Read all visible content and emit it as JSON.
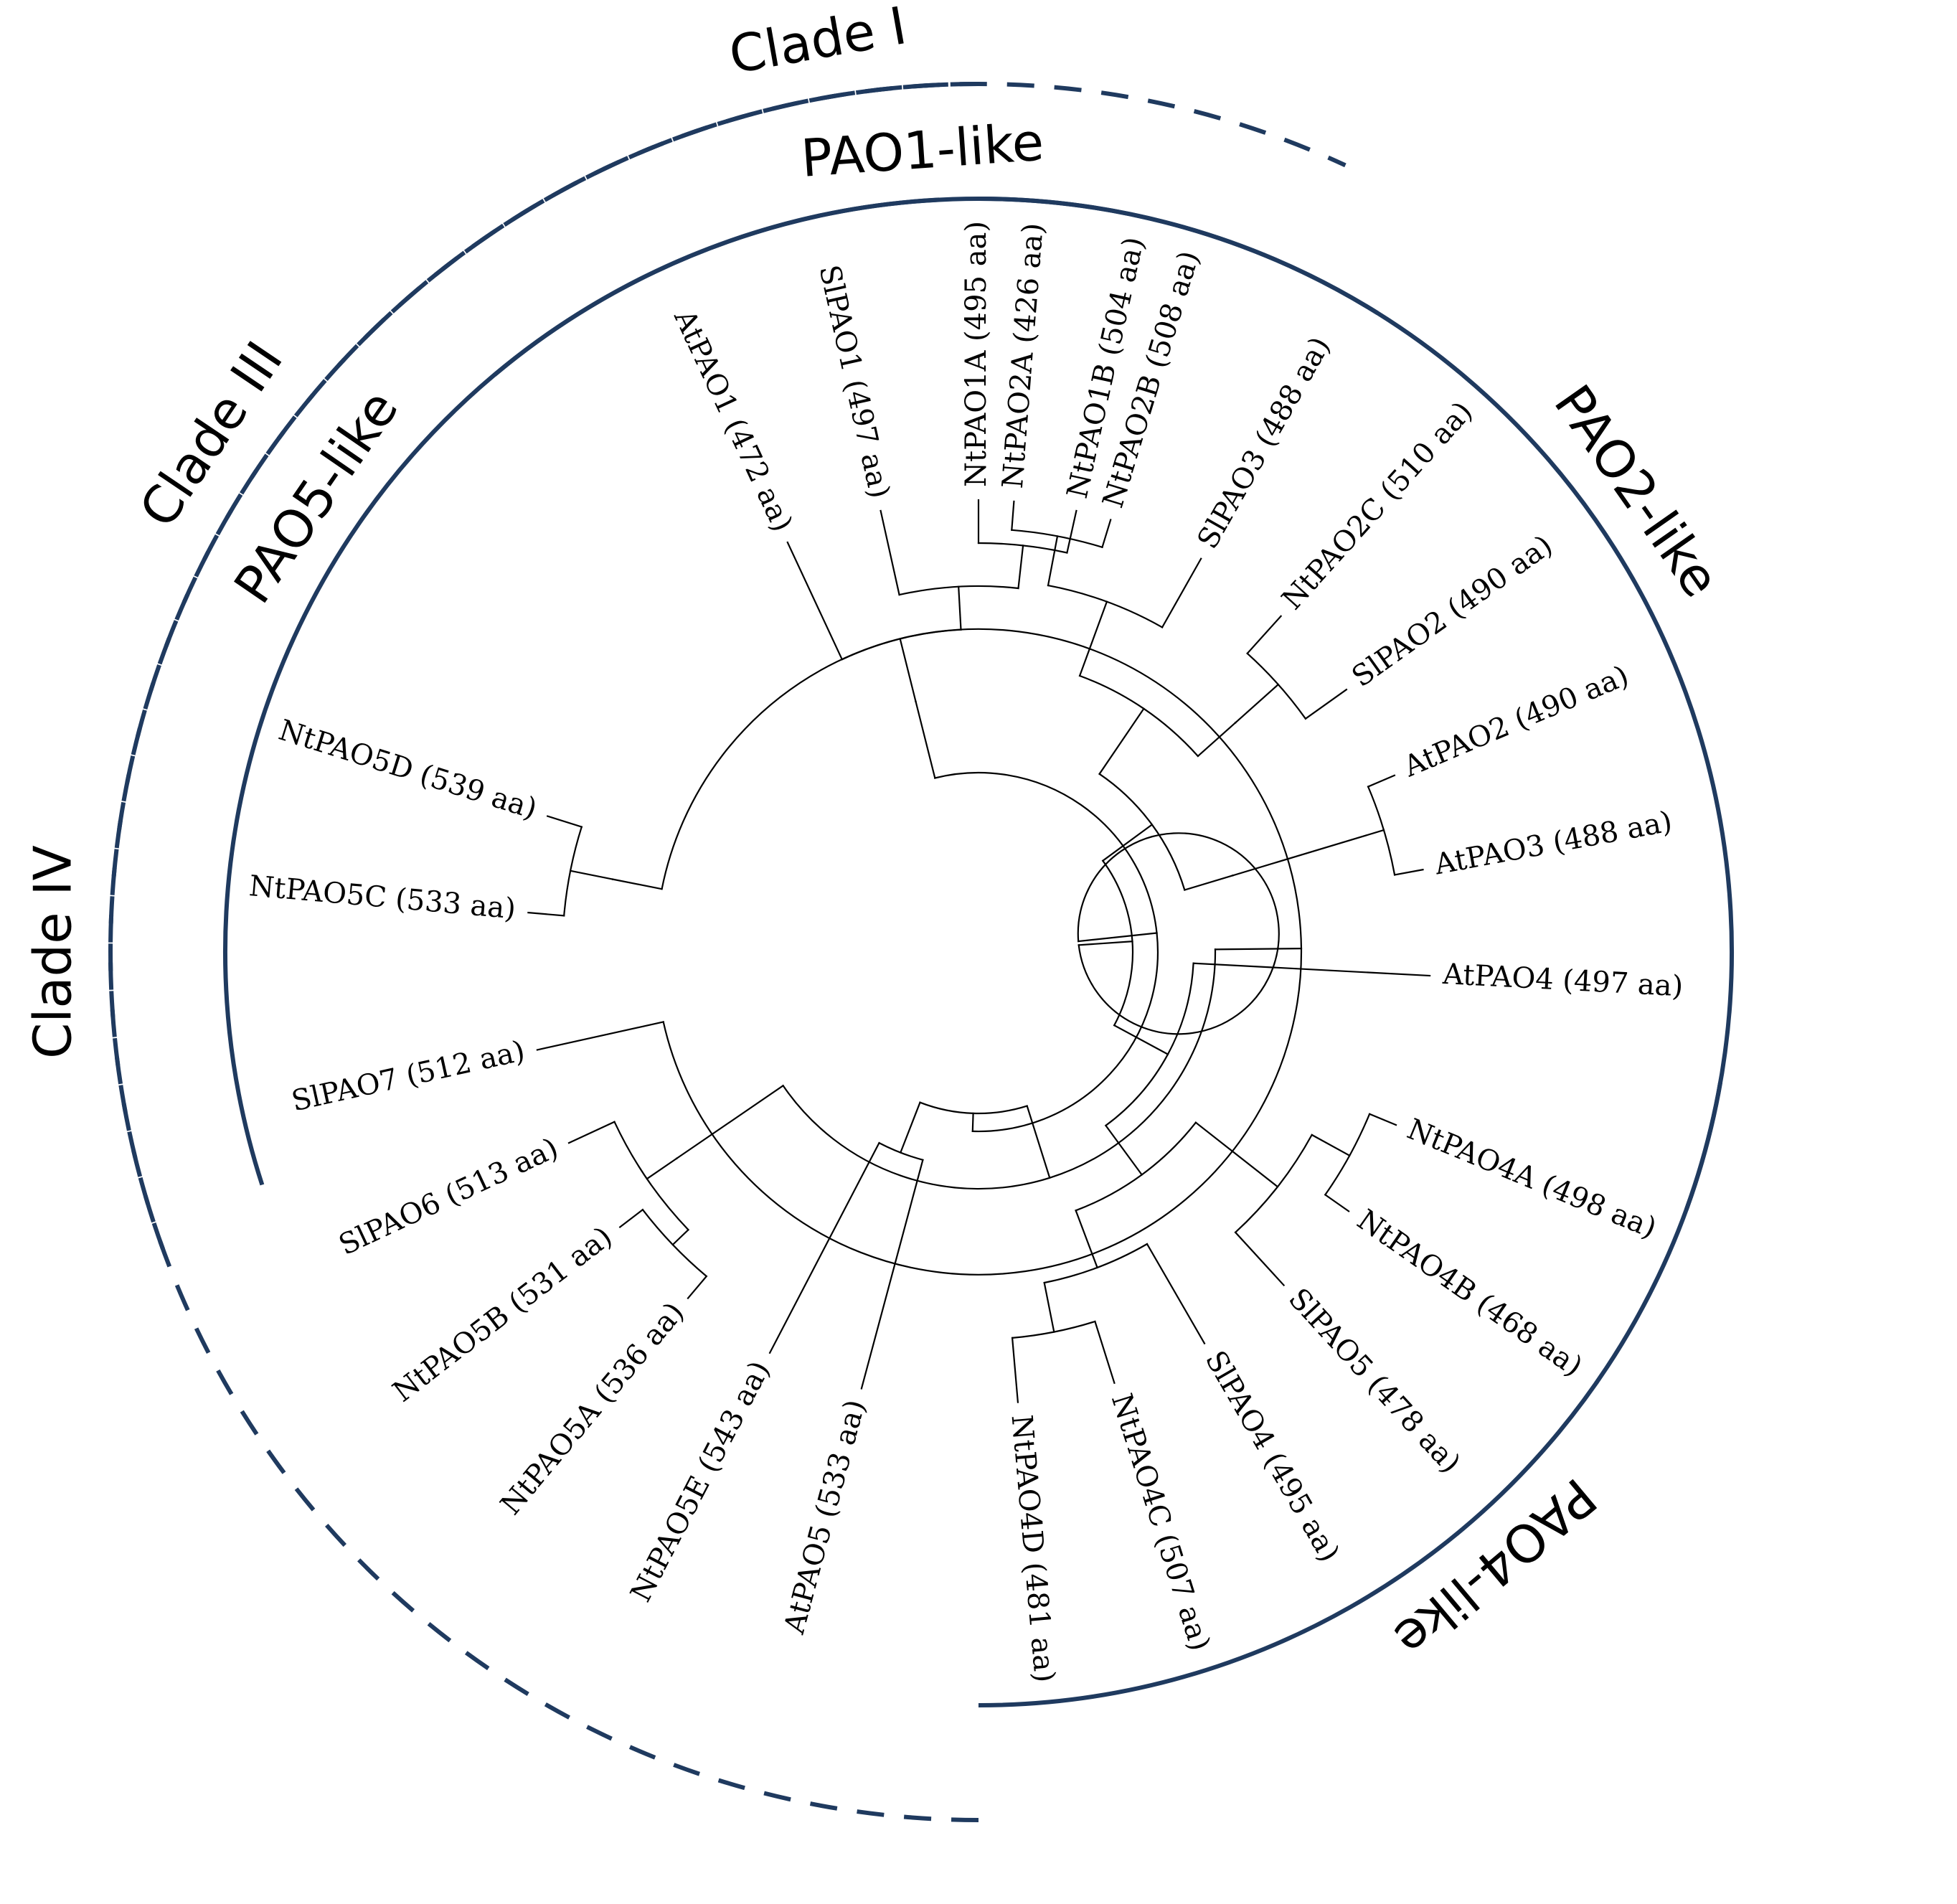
{
  "colors": {
    "arc": "#1f3a5f",
    "branch": "#000000",
    "text": "#000000"
  },
  "leaves": [
    {
      "label": "NtPAO1B (504 aa)",
      "angle": -77.5
    },
    {
      "label": "NtPAO1A (495 aa)",
      "angle": -90
    },
    {
      "label": "SlPAO1 (497 aa)",
      "angle": -102.5
    },
    {
      "label": "AtPAO1 (472 aa)",
      "angle": -115
    },
    {
      "label": "NtPAO5D (539 aa)",
      "angle": -162.5
    },
    {
      "label": "NtPAO5C (533 aa)",
      "angle": -175
    },
    {
      "label": "SlPAO7 (512 aa)",
      "angle": 167.5
    },
    {
      "label": "SlPAO6 (513 aa)",
      "angle": 155
    },
    {
      "label": "NtPAO5B (531 aa)",
      "angle": 142.5
    },
    {
      "label": "NtPAO5A (536 aa)",
      "angle": 130
    },
    {
      "label": "NtPAO5E (543 aa)",
      "angle": 117.5
    },
    {
      "label": "AtPAO5 (533 aa)",
      "angle": 105
    },
    {
      "label": "NtPAO4D (481 aa)",
      "angle": 85
    },
    {
      "label": "NtPAO4C (507 aa)",
      "angle": 72.5
    },
    {
      "label": "SlPAO4 (495 aa)",
      "angle": 60
    },
    {
      "label": "SlPAO5 (478 aa)",
      "angle": 47.5
    },
    {
      "label": "NtPAO4B (468 aa)",
      "angle": 35
    },
    {
      "label": "NtPAO4A (498 aa)",
      "angle": 22.5
    },
    {
      "label": "AtPAO4 (497 aa)",
      "angle": 3
    },
    {
      "label": "AtPAO3 (488 aa)",
      "angle": -10.5
    },
    {
      "label": "AtPAO2 (490 aa)",
      "angle": -23
    },
    {
      "label": "SlPAO2 (490 aa)",
      "angle": -35.5
    },
    {
      "label": "NtPAO2C (510 aa)",
      "angle": -48
    },
    {
      "label": "SlPAO3 (488 aa)",
      "angle": -60.5
    },
    {
      "label": "NtPAO2B (508 aa)",
      "angle": -73
    },
    {
      "label": "NtPAO2A (426 aa)",
      "angle": -85.5
    }
  ],
  "subfamilies": [
    {
      "label": "PAO1-like",
      "start": -130,
      "end": -58
    },
    {
      "label": "PAO5-like",
      "start": -198,
      "end": -93
    },
    {
      "label": "PAO4-like",
      "start": 10,
      "end": 90
    },
    {
      "label": "PAO2-like",
      "start": -90,
      "end": 20
    }
  ],
  "clades": [
    {
      "label": "Clade I",
      "start": -135,
      "end": -65
    },
    {
      "label": "Clade III",
      "start": -200,
      "end": -92
    },
    {
      "label": "Clade IV",
      "start": 90,
      "end": 270
    }
  ]
}
